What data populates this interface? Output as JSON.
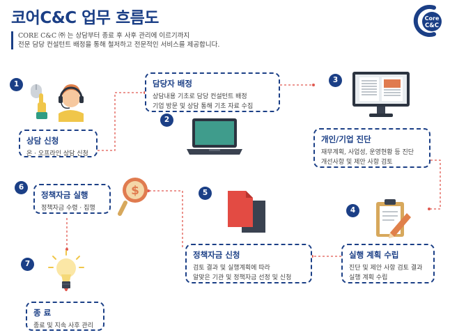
{
  "header": {
    "title": "코어C&C 업무 흐름도",
    "intro_line1": "CORE C&C ㈜ 는 상담부터 종료 후 사후 관리에 이르기까지",
    "intro_line2": "전문 담당 컨설턴트 배정을 통해 철저하고 전문적인 서비스를 제공합니다."
  },
  "logo": {
    "text_line1": "Core",
    "text_line2": "C&C"
  },
  "colors": {
    "primary": "#1b3f86",
    "connector": "#e0584f"
  },
  "steps": [
    {
      "number": "1",
      "title": "상담 신청",
      "lines": [
        "온 · 오프라인 상담 신청"
      ],
      "icon": "consultant-headset-icon"
    },
    {
      "number": "2",
      "title": "담당자 배정",
      "lines": [
        "상담내용 기초로 담당 컨설턴트 배정",
        "기업 방문 및 상담 통해 기초 자료 수집"
      ],
      "icon": "laptop-icon"
    },
    {
      "number": "3",
      "title": "개인/기업 진단",
      "lines": [
        "재무계획, 사업성, 운영현황 등 진단",
        "개선사항 및 제안 사항 검토"
      ],
      "icon": "monitor-icon"
    },
    {
      "number": "4",
      "title": "실행 계획 수립",
      "lines": [
        "진단 및 제안 사항 검토 결과",
        "실행 계획 수립"
      ],
      "icon": "clipboard-pencil-icon"
    },
    {
      "number": "5",
      "title": "정책자금 신청",
      "lines": [
        "검토 결과 및 실행계획에 따라",
        "알맞은 기관 및 정책자금 선정 및 신청"
      ],
      "icon": "documents-icon"
    },
    {
      "number": "6",
      "title": "정책자금 실행",
      "lines": [
        "정책자금 수령 · 집행"
      ],
      "icon": "magnifier-dollar-icon"
    },
    {
      "number": "7",
      "title": "종 료",
      "lines": [
        "종료 및 지속 사후 관리"
      ],
      "icon": "lightbulb-icon"
    }
  ]
}
